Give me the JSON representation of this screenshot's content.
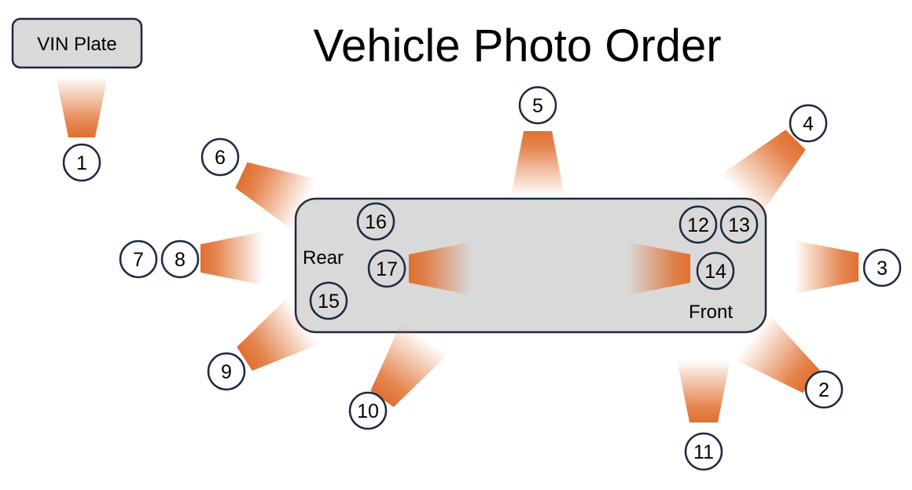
{
  "title": "Vehicle Photo Order",
  "vin_plate_label": "VIN Plate",
  "vehicle": {
    "rear_label": "Rear",
    "front_label": "Front"
  },
  "shots": [
    {
      "number": "1"
    },
    {
      "number": "2"
    },
    {
      "number": "3"
    },
    {
      "number": "4"
    },
    {
      "number": "5"
    },
    {
      "number": "6"
    },
    {
      "number": "7"
    },
    {
      "number": "8"
    },
    {
      "number": "9"
    },
    {
      "number": "10"
    },
    {
      "number": "11"
    },
    {
      "number": "12"
    },
    {
      "number": "13"
    },
    {
      "number": "14"
    },
    {
      "number": "15"
    },
    {
      "number": "16"
    },
    {
      "number": "17"
    }
  ],
  "colors": {
    "camera": "#e07030",
    "outline": "#1b2a3f",
    "vehicle_fill": "#d9d9d9"
  }
}
